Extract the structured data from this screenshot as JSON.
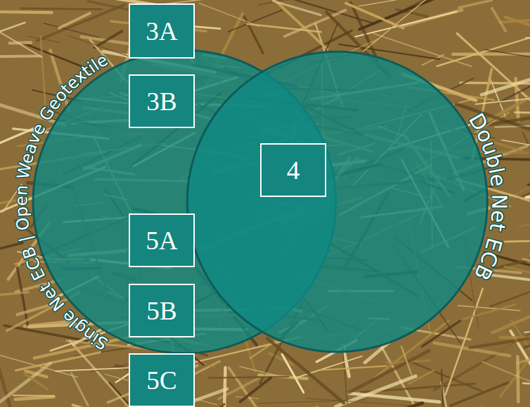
{
  "diagram": {
    "nodes": [
      {
        "text": [
          "Single Net ECB | Open Weave Geotextile"
        ]
      },
      {
        "text": [
          "3A"
        ],
        "in": 0
      },
      {
        "text": [
          "3B"
        ],
        "in": 0
      },
      {
        "text": [
          "4"
        ],
        "in": 0
      },
      {
        "text": [
          "5A"
        ],
        "in": 0
      },
      {
        "text": [
          "5B"
        ],
        "in": 0
      },
      {
        "text": [
          "5C"
        ],
        "in": 0
      },
      {
        "text": [
          "Double Net ECB"
        ]
      }
    ]
  }
}
